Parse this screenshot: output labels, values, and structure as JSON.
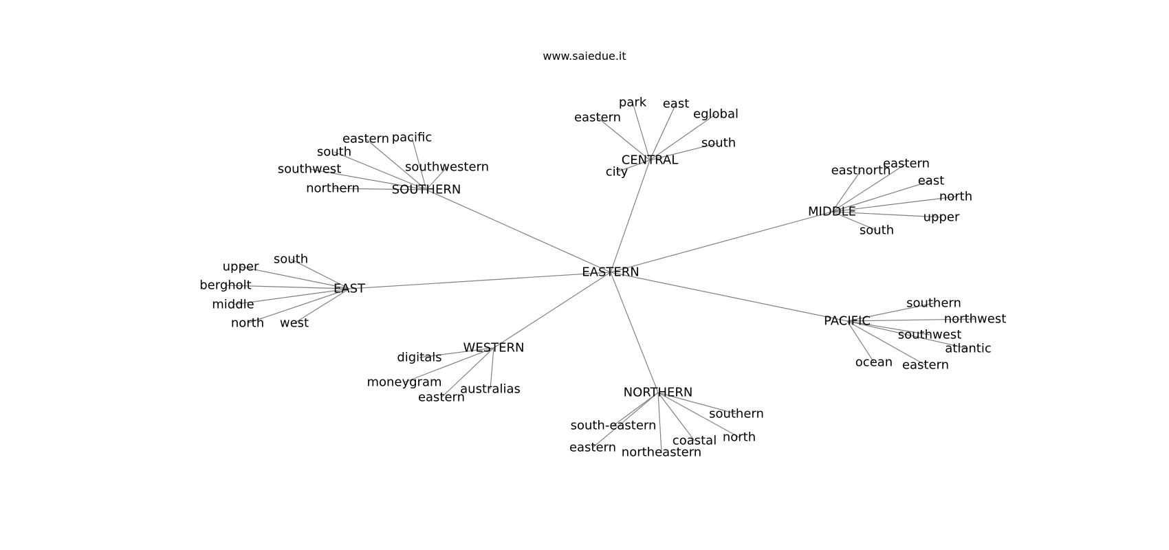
{
  "watermark": "www.saiedue.it",
  "graph": {
    "root": "EASTERN",
    "hubs": [
      {
        "label": "CENTRAL",
        "leaves": [
          "park",
          "east",
          "eastern",
          "eglobal",
          "south",
          "city"
        ]
      },
      {
        "label": "SOUTHERN",
        "leaves": [
          "eastern",
          "pacific",
          "south",
          "southwestern",
          "southwest",
          "northern"
        ]
      },
      {
        "label": "MIDDLE",
        "leaves": [
          "eastnorth",
          "eastern",
          "east",
          "north",
          "upper",
          "south"
        ]
      },
      {
        "label": "EAST",
        "leaves": [
          "south",
          "upper",
          "bergholt",
          "middle",
          "north",
          "west"
        ]
      },
      {
        "label": "PACIFIC",
        "leaves": [
          "southern",
          "northwest",
          "southwest",
          "atlantic",
          "ocean",
          "eastern"
        ]
      },
      {
        "label": "WESTERN",
        "leaves": [
          "digitals",
          "moneygram",
          "australias",
          "eastern"
        ]
      },
      {
        "label": "NORTHERN",
        "leaves": [
          "southern",
          "south-eastern",
          "coastal",
          "north",
          "eastern",
          "northeastern"
        ]
      }
    ]
  }
}
